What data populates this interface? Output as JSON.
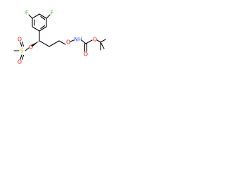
{
  "molecule": {
    "atoms": {
      "f_left": "F",
      "f_right": "F",
      "s_sulfonyl": "S",
      "o_sulfonyl_top": "O",
      "o_sulfonyl_bottom": "O",
      "o_ester": "O",
      "o_oxyamine": "O",
      "nh": "NH",
      "o_carbonyl": "O",
      "o_boc": "O"
    },
    "colors": {
      "bond": "#000000",
      "fluorine": "#33cc33",
      "oxygen": "#ff0000",
      "sulfur": "#cccc00",
      "nitrogen": "#3050f8"
    }
  }
}
